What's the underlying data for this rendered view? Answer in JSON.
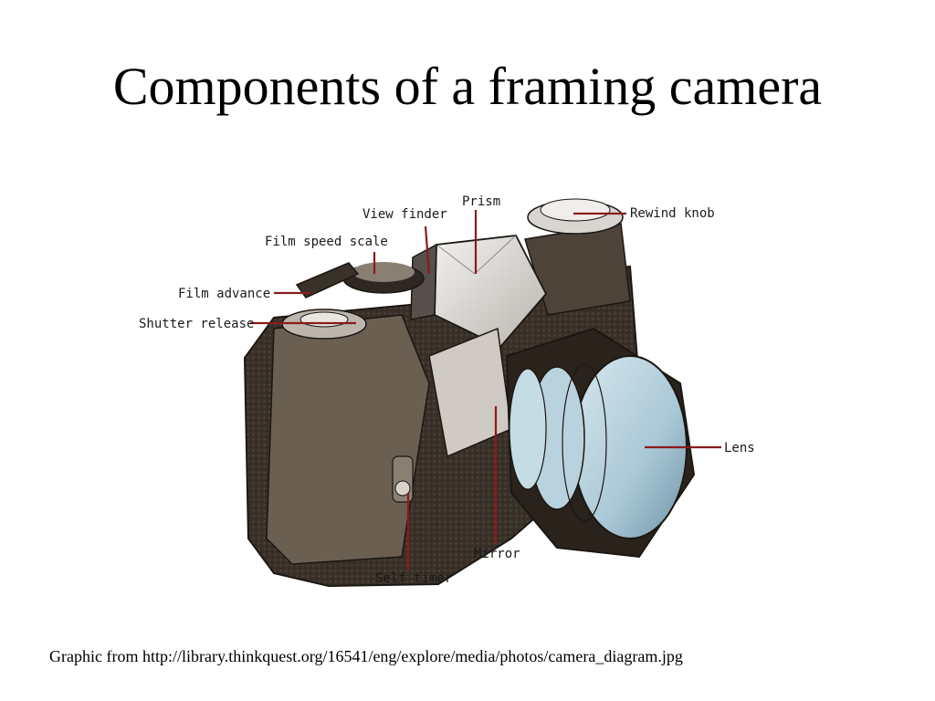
{
  "slide": {
    "title": "Components of a framing camera",
    "caption": "Graphic from http://library.thinkquest.org/16541/eng/explore/media/photos/camera_diagram.jpg"
  },
  "diagram": {
    "labels": {
      "view_finder": "View finder",
      "prism": "Prism",
      "rewind_knob": "Rewind knob",
      "film_speed_scale": "Film speed scale",
      "film_advance": "Film advance",
      "shutter_release": "Shutter release",
      "lens": "Lens",
      "mirror": "Mirror",
      "self_timer": "Self timer"
    }
  },
  "colors": {
    "leader_line": "#8a1c1c",
    "body_dark": "#3a3128",
    "body_mid": "#6b5f52",
    "prism_light": "#e4e2df",
    "lens_glass": "#a9c8d6"
  }
}
